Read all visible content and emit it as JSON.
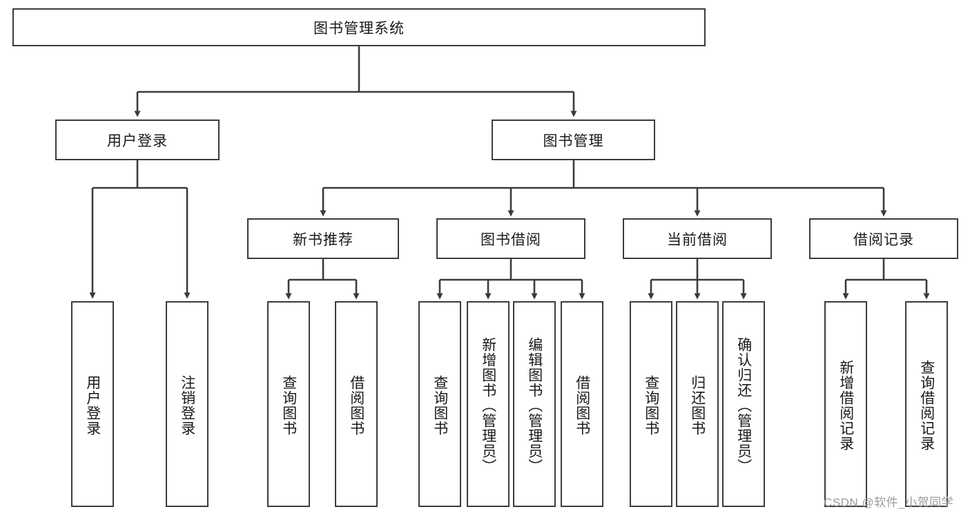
{
  "diagram": {
    "title": "图书管理系统",
    "type": "tree-hierarchy-chart",
    "line_color": "#3b3b3b",
    "box_fill": "#ffffff",
    "text_color": "#1a1a1a",
    "nodes": {
      "root": {
        "label": "图书管理系统"
      },
      "level2": [
        {
          "label": "用户登录"
        },
        {
          "label": "图书管理"
        }
      ],
      "level3": [
        {
          "label": "新书推荐"
        },
        {
          "label": "图书借阅"
        },
        {
          "label": "当前借阅"
        },
        {
          "label": "借阅记录"
        }
      ],
      "leaves_user_login": [
        {
          "label": "用户登录"
        },
        {
          "label": "注销登录"
        }
      ],
      "leaves_new_book": [
        {
          "label": "查询图书"
        },
        {
          "label": "借阅图书"
        }
      ],
      "leaves_borrow": [
        {
          "label": "查询图书"
        },
        {
          "label": "新增图书（管理员）"
        },
        {
          "label": "编辑图书（管理员）"
        },
        {
          "label": "借阅图书"
        }
      ],
      "leaves_current": [
        {
          "label": "查询图书"
        },
        {
          "label": "归还图书"
        },
        {
          "label": "确认归还（管理员）"
        }
      ],
      "leaves_records": [
        {
          "label": "新增借阅记录"
        },
        {
          "label": "查询借阅记录"
        }
      ]
    }
  },
  "watermark": {
    "text": "CSDN @软件_小贺同学"
  }
}
